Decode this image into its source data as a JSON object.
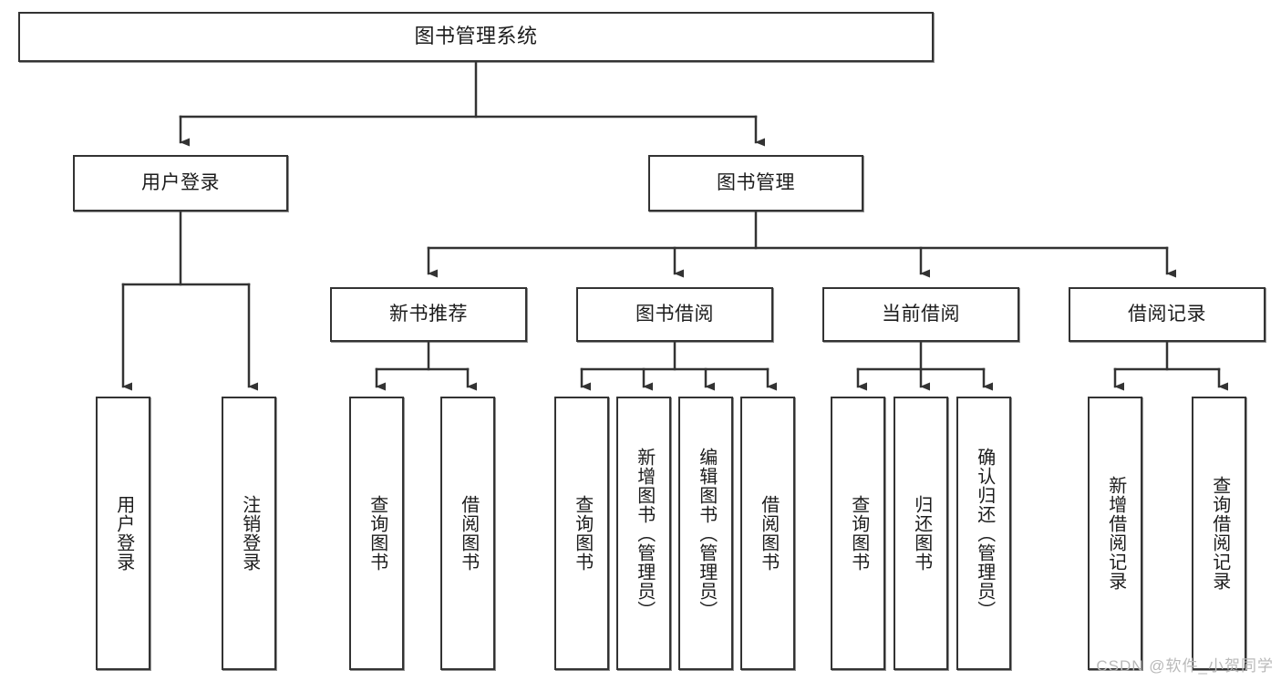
{
  "diagram": {
    "title": "图书管理系统",
    "type": "tree-hierarchy",
    "watermark": "CSDN @软件_小贺同学",
    "colors": {
      "box_border": "#333333",
      "box_fill": "#ffffff",
      "connector": "#333333",
      "text": "#1c1c1c",
      "watermark": "#b9b9b9"
    },
    "root": {
      "label": "图书管理系统"
    },
    "level1": [
      {
        "label": "用户登录"
      },
      {
        "label": "图书管理"
      }
    ],
    "level2": [
      {
        "label": "新书推荐"
      },
      {
        "label": "图书借阅"
      },
      {
        "label": "当前借阅"
      },
      {
        "label": "借阅记录"
      }
    ],
    "leaves": {
      "user_login": [
        {
          "label": "用户登录"
        },
        {
          "label": "注销登录"
        }
      ],
      "new_book_recommend": [
        {
          "label": "查询图书"
        },
        {
          "label": "借阅图书"
        }
      ],
      "book_borrow": [
        {
          "label": "查询图书"
        },
        {
          "label": "新增图书（管理员）"
        },
        {
          "label": "编辑图书（管理员）"
        },
        {
          "label": "借阅图书"
        }
      ],
      "current_borrow": [
        {
          "label": "查询图书"
        },
        {
          "label": "归还图书"
        },
        {
          "label": "确认归还（管理员）"
        }
      ],
      "borrow_record": [
        {
          "label": "新增借阅记录"
        },
        {
          "label": "查询借阅记录"
        }
      ]
    }
  }
}
